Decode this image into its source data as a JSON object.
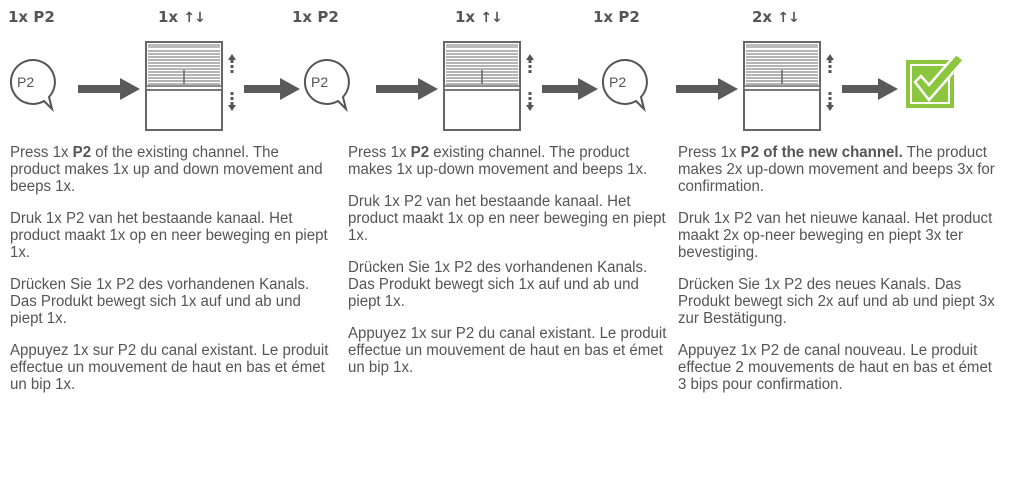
{
  "steps": [
    {
      "press": "1x P2",
      "move": "1x",
      "bubble": "P2"
    },
    {
      "press": "1x P2",
      "move": "1x",
      "bubble": "P2"
    },
    {
      "press": "1x P2",
      "move": "2x",
      "bubble": "P2"
    }
  ],
  "arrow_glyph": "↑↓",
  "columns": [
    {
      "en": {
        "pre": "Press 1x ",
        "bold": "P2",
        "post": " of the existing channel. The product makes 1x up and down movement and beeps 1x."
      },
      "nl": "Druk 1x P2 van het bestaande kanaal. Het product maakt 1x op en neer beweging en piept 1x.",
      "de": "Drücken Sie 1x P2 des vorhandenen Kanals. Das Produkt bewegt sich 1x auf und ab und piept 1x.",
      "fr": "Appuyez 1x sur P2 du canal existant. Le produit effectue un mouvement de haut en bas et émet un bip 1x."
    },
    {
      "en": {
        "pre": "Press 1x ",
        "bold": "P2",
        "post": " existing channel. The product makes 1x up-down movement and beeps 1x."
      },
      "nl": "Druk 1x P2 van het bestaande kanaal. Het product maakt 1x op en neer beweging en piept 1x.",
      "de": "Drücken Sie 1x P2 des vorhandenen Kanals. Das Produkt bewegt sich 1x auf und ab und piept 1x.",
      "fr": "Appuyez 1x sur P2 du canal existant. Le produit effectue un mouvement de haut en bas et émet un bip 1x."
    },
    {
      "en": {
        "pre": "Press 1x ",
        "bold": "P2 of the new channel.",
        "post": " The product makes 2x up-down movement and beeps 3x for confirmation."
      },
      "nl": "Druk 1x P2 van het nieuwe kanaal. Het product maakt 2x op-neer beweging en piept 3x ter bevestiging.",
      "de": "Drücken Sie 1x P2 des neues Kanals. Das Produkt bewegt sich 2x auf und ab und piept 3x zur Bestätigung.",
      "fr": "Appuyez 1x P2 de canal nouveau. Le produit effectue 2 mouvements de haut en bas et émet 3 bips pour confirmation."
    }
  ],
  "colors": {
    "gray": "#555555",
    "arrow": "#5a5a5a",
    "check_green": "#8cc63f"
  },
  "icons": [
    "remote-bubble-icon",
    "right-arrow-icon",
    "blind-icon",
    "up-down-arrows-icon",
    "checkmark-icon"
  ]
}
